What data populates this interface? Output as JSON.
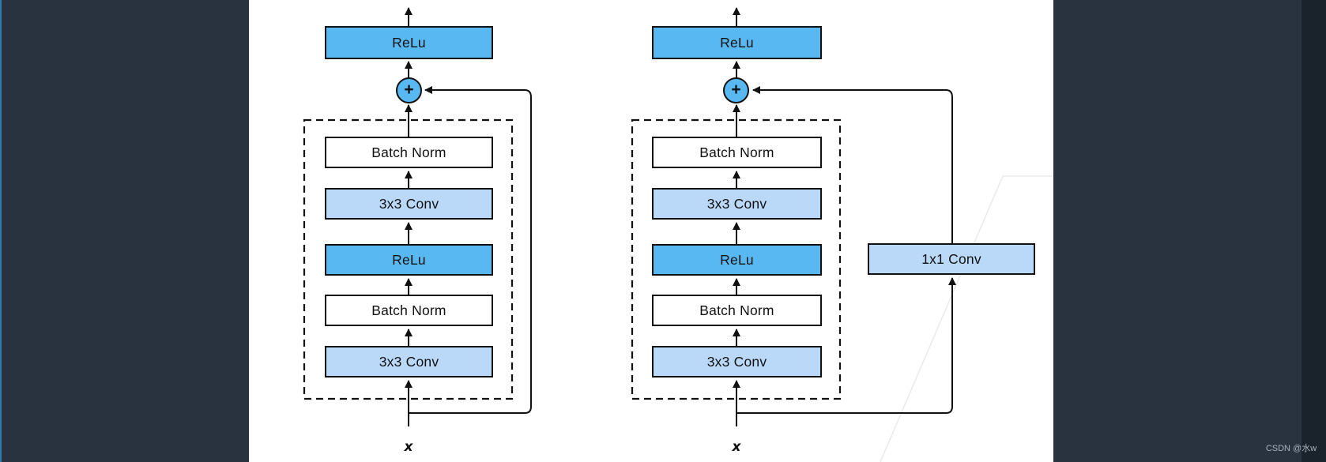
{
  "page": {
    "background_color": "#293340",
    "right_strip_color": "#1a222c",
    "left_accent_color": "#2e79ad",
    "canvas_color": "#ffffff",
    "line_color": "#111111",
    "faint_watermark_line_color": "#ebebeb"
  },
  "colors": {
    "relu_fill": "#58b8f2",
    "conv_fill": "#bad9f8",
    "batch_norm_fill": "#ffffff",
    "plus_circle_fill": "#58b8f2"
  },
  "diagrams": {
    "left": {
      "output_label": "ReLu",
      "plus": "+",
      "layers": [
        {
          "label": "Batch Norm",
          "type": "bn"
        },
        {
          "label": "3x3 Conv",
          "type": "conv"
        },
        {
          "label": "ReLu",
          "type": "relu"
        },
        {
          "label": "Batch Norm",
          "type": "bn"
        },
        {
          "label": "3x3 Conv",
          "type": "conv"
        }
      ],
      "input_label": "x"
    },
    "right": {
      "output_label": "ReLu",
      "plus": "+",
      "layers": [
        {
          "label": "Batch Norm",
          "type": "bn"
        },
        {
          "label": "3x3 Conv",
          "type": "conv"
        },
        {
          "label": "ReLu",
          "type": "relu"
        },
        {
          "label": "Batch Norm",
          "type": "bn"
        },
        {
          "label": "3x3 Conv",
          "type": "conv"
        }
      ],
      "shortcut_label": "1x1 Conv",
      "input_label": "x"
    }
  },
  "watermark": {
    "text": "CSDN @水w"
  }
}
